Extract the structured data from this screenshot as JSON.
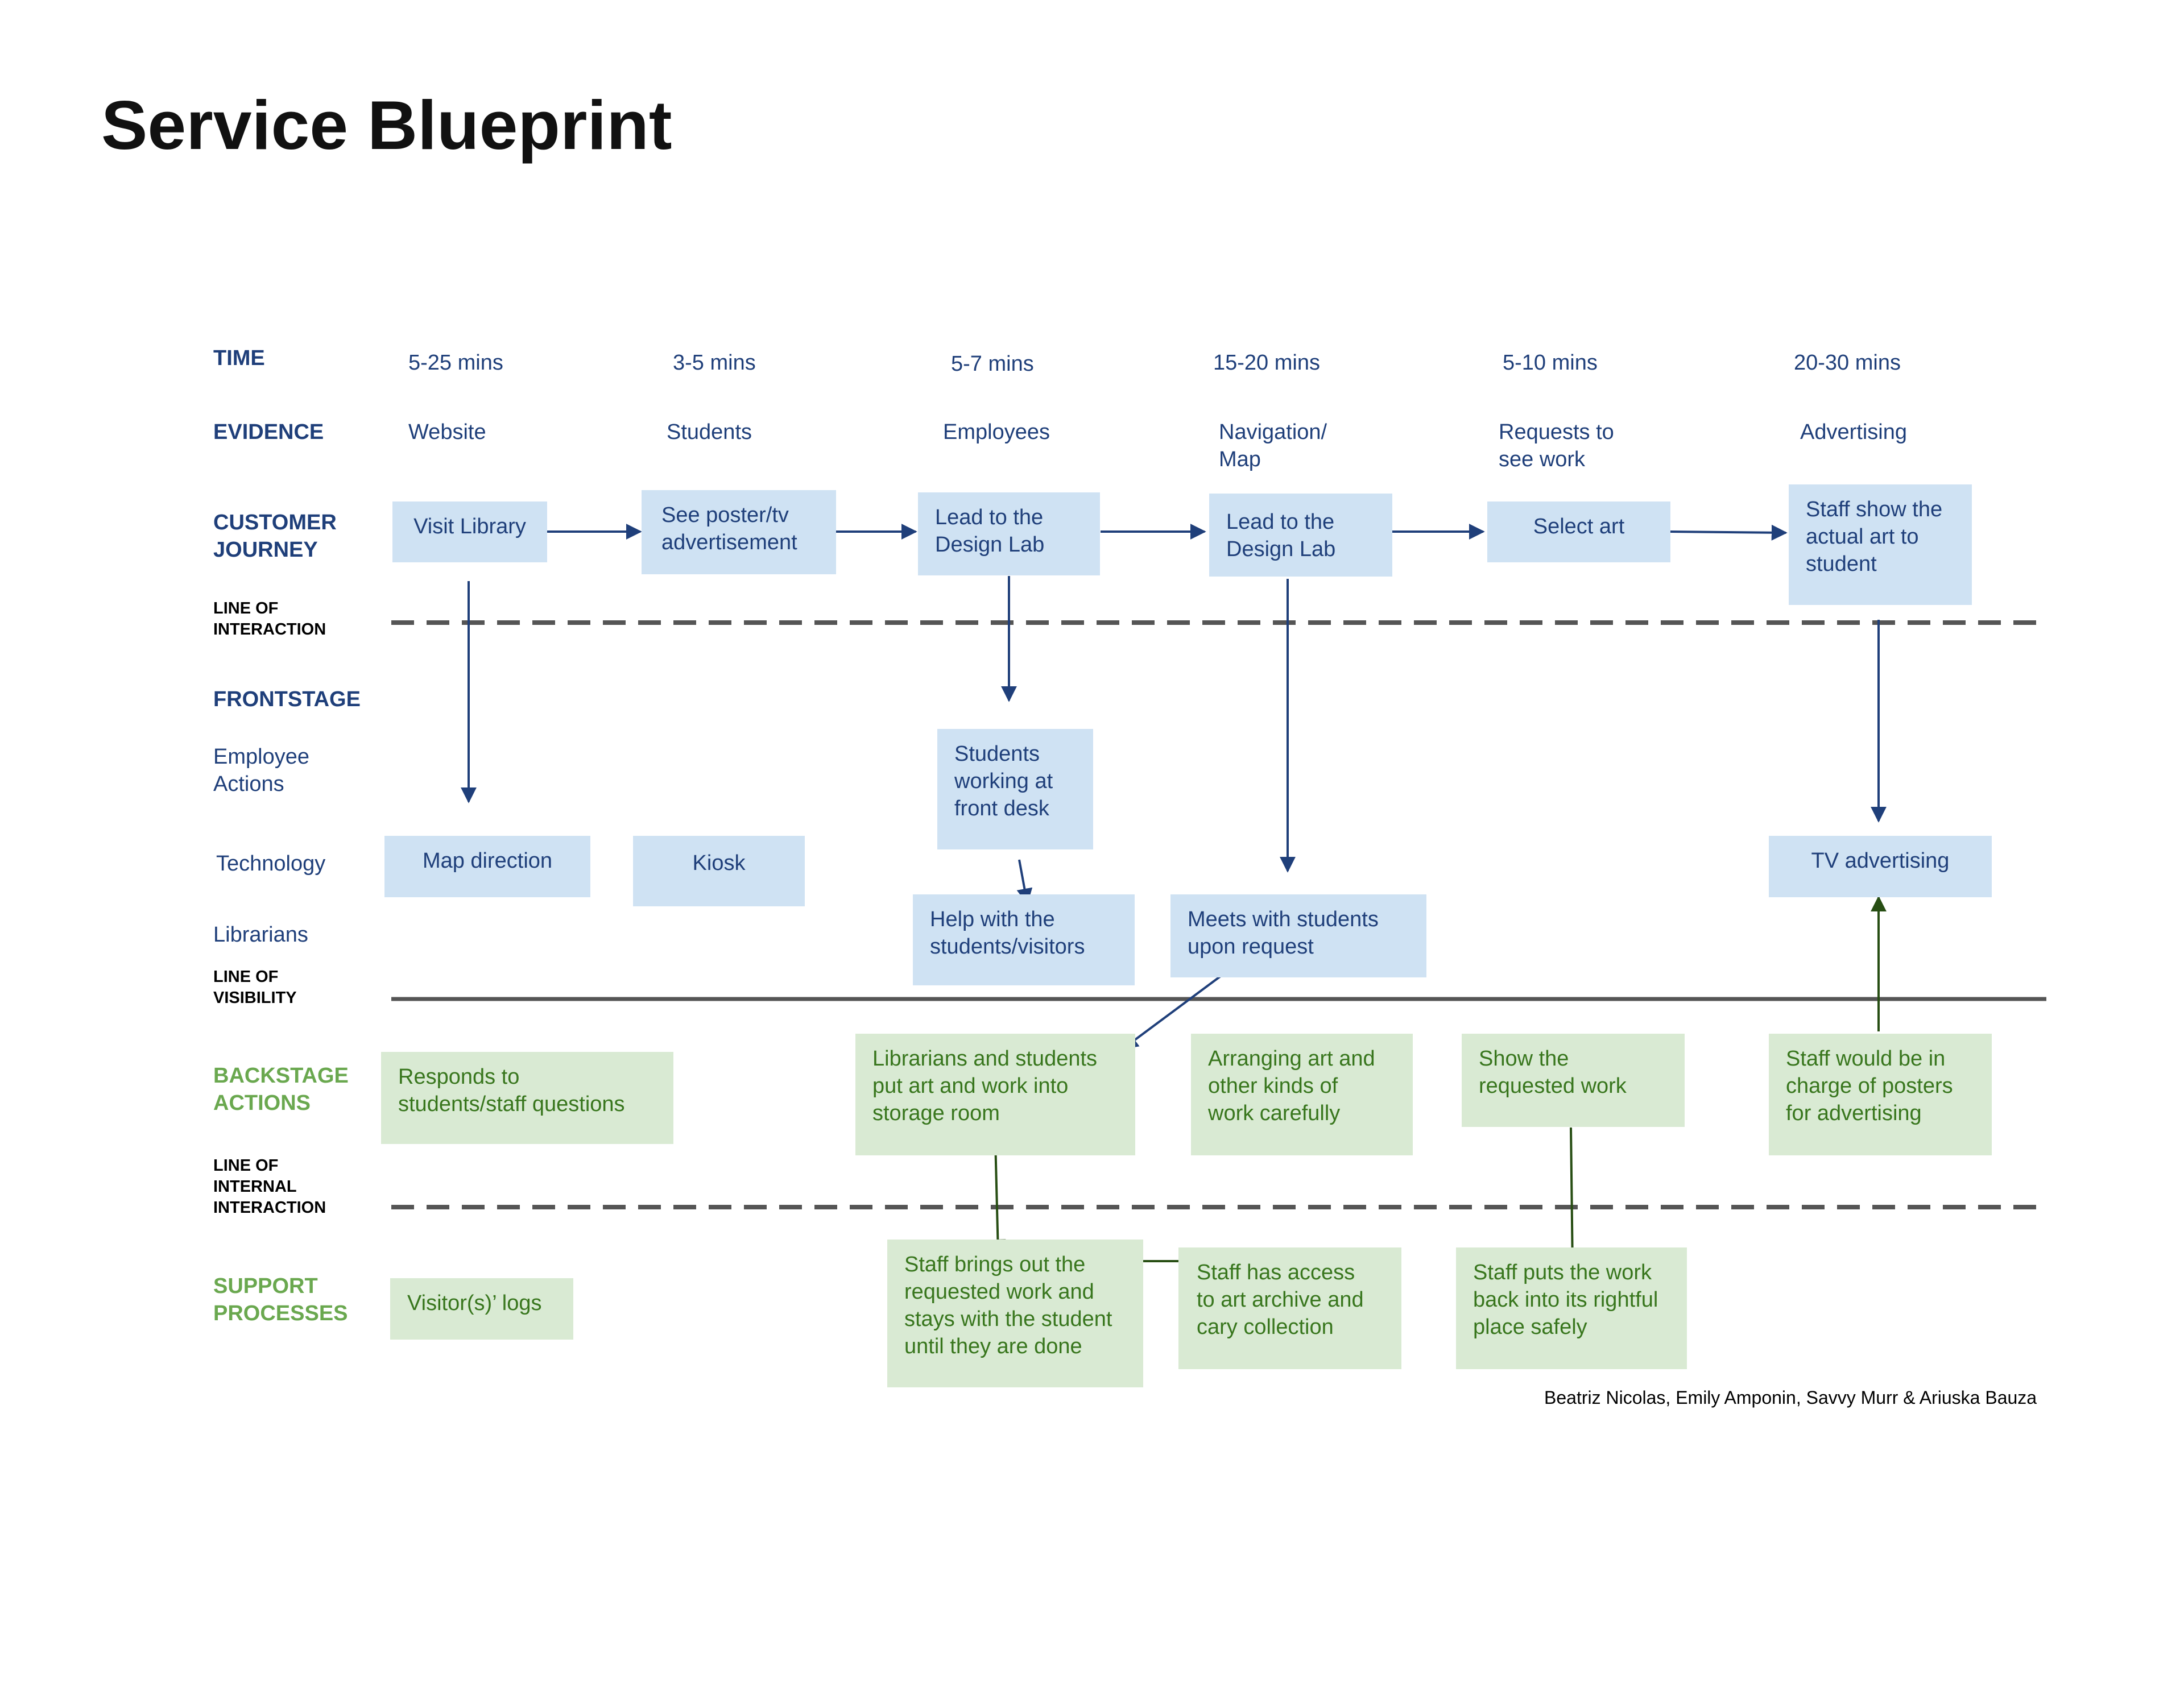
{
  "title": "Service Blueprint",
  "rows": {
    "time": "TIME",
    "evidence": "EVIDENCE",
    "customer_journey": "CUSTOMER\nJOURNEY",
    "line_of_interaction": "LINE OF\nINTERACTION",
    "frontstage": "FRONTSTAGE",
    "employee_actions": "Employee\nActions",
    "technology": "Technology",
    "librarians": "Librarians",
    "line_of_visibility": "LINE OF\nVISIBILITY",
    "backstage_actions": "BACKSTAGE\nACTIONS",
    "line_of_internal_interaction": "LINE OF\nINTERNAL\nINTERACTION",
    "support_processes": "SUPPORT\nPROCESSES"
  },
  "times": [
    "5-25 mins",
    "3-5 mins",
    "5-7 mins",
    "15-20 mins",
    "5-10 mins",
    "20-30 mins"
  ],
  "evidence": [
    "Website",
    "Students",
    "Employees",
    "Navigation/\nMap",
    "Requests to\nsee work",
    "Advertising"
  ],
  "customer_journey": [
    "Visit Library",
    "See poster/tv\nadvertisement",
    "Lead to the\nDesign Lab",
    "Lead to the\nDesign Lab",
    "Select art",
    "Staff show the\nactual art to\nstudent"
  ],
  "frontstage": {
    "employee_actions": [
      "Students\nworking at\nfront desk"
    ],
    "technology": [
      "Map direction",
      "Kiosk",
      "TV advertising"
    ],
    "librarians": [
      "Help with the\nstudents/visitors",
      "Meets with students\nupon request"
    ]
  },
  "backstage": [
    "Responds to\nstudents/staff questions",
    "Librarians and students\nput art and work into\nstorage room",
    "Arranging art and\nother kinds of\nwork carefully",
    "Show the\nrequested work",
    "Staff would be in\ncharge of posters\nfor advertising"
  ],
  "support": [
    "Visitor(s)’ logs",
    "Staff brings out the\nrequested work and\nstays with the student\nuntil they are done",
    "Staff has access\nto art archive and\ncary collection",
    "Staff puts the work\nback into its rightful\nplace safely"
  ],
  "credit": "Beatriz Nicolas, Emily Amponin, Savvy Murr & Ariuska Bauza",
  "colors": {
    "blue_text": "#1f3f7a",
    "blue_box": "#cfe2f3",
    "green_text": "#38761d",
    "green_label": "#6aa84f",
    "green_box": "#d9ead3",
    "line": "#555555"
  }
}
